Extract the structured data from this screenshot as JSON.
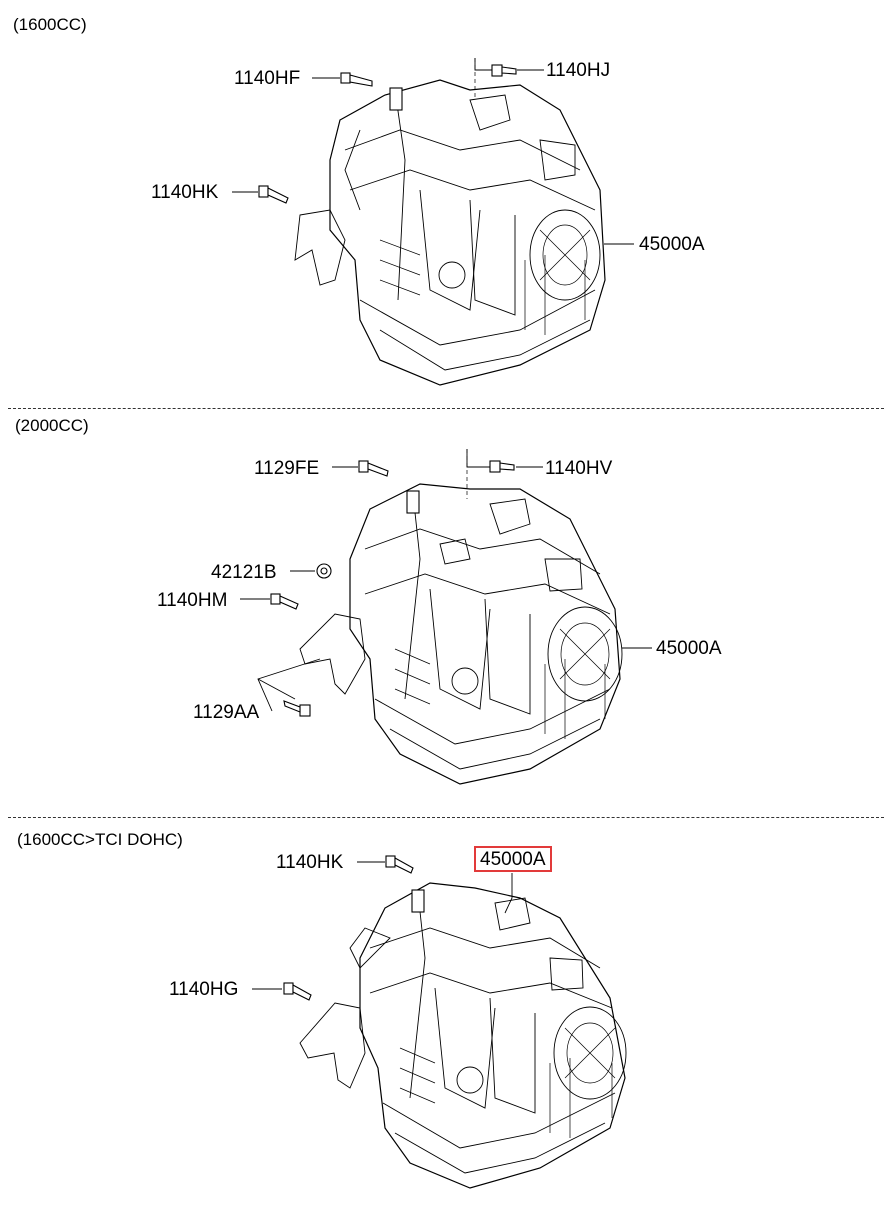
{
  "sections": [
    {
      "title": "(1600CC)",
      "labels": [
        "1140HF",
        "1140HJ",
        "1140HK",
        "45000A"
      ]
    },
    {
      "title": "(2000CC)",
      "labels": [
        "1129FE",
        "1140HV",
        "42121B",
        "1140HM",
        "45000A",
        "1129AA"
      ]
    },
    {
      "title": "(1600CC>TCI DOHC)",
      "labels": [
        "1140HK",
        "45000A",
        "1140HG"
      ]
    }
  ],
  "colors": {
    "highlight_border": "#e23a3a",
    "line": "#000000",
    "background": "#ffffff"
  }
}
